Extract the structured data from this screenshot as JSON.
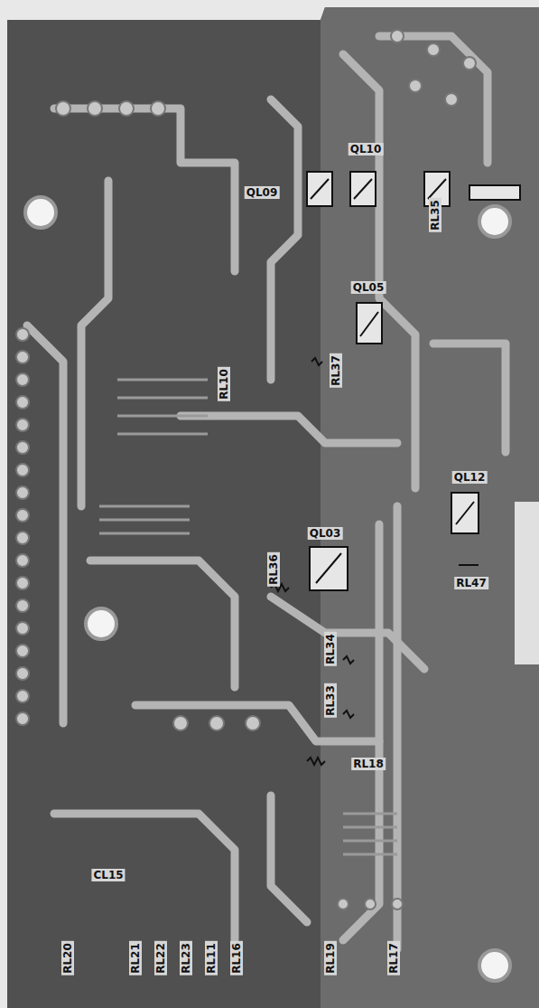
{
  "diagram": {
    "labels": [
      "QL09",
      "QL10",
      "RL35",
      "QL05",
      "RL37",
      "RL10",
      "QL12",
      "QL03",
      "RL36",
      "RL34",
      "RL33",
      "RL18",
      "RL47",
      "RL19",
      "RL17",
      "CL15",
      "RL20",
      "RL21",
      "RL22",
      "RL23",
      "RL11",
      "RL16"
    ]
  }
}
